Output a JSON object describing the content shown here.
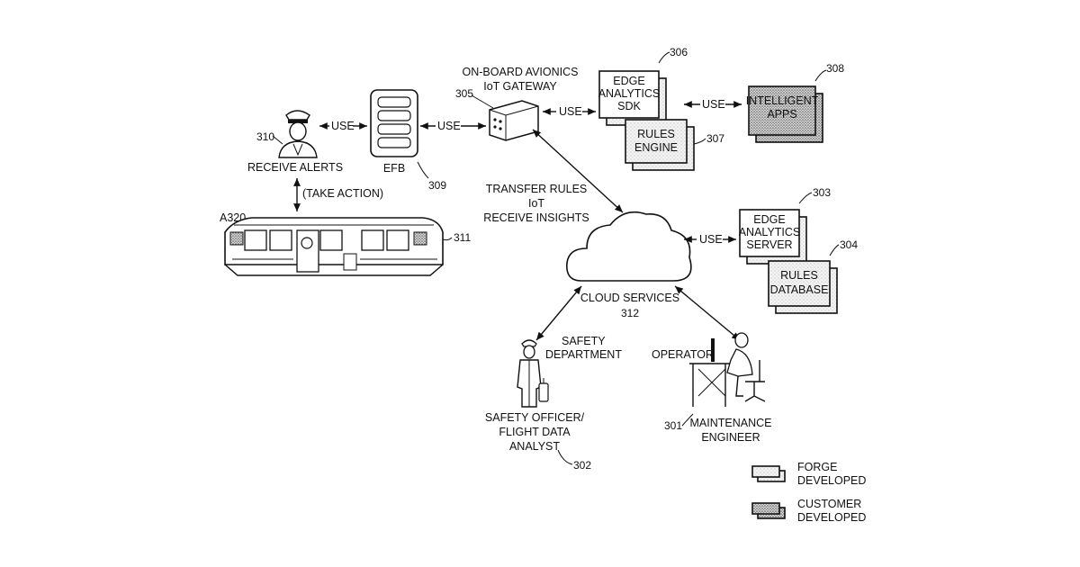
{
  "figure": {
    "nodes": {
      "gateway": {
        "line1": "ON-BOARD AVIONICS",
        "line2": "IoT GATEWAY",
        "ref": "305"
      },
      "edge_sdk": {
        "line1": "EDGE",
        "line2": "ANALYTICS",
        "line3": "SDK",
        "ref": "306"
      },
      "rules_engine": {
        "line1": "RULES",
        "line2": "ENGINE",
        "ref": "307"
      },
      "intelligent_apps": {
        "line1": "INTELLIGENT",
        "line2": "APPS",
        "ref": "308"
      },
      "efb": {
        "label": "EFB",
        "ref": "309"
      },
      "pilot": {
        "label": "RECEIVE ALERTS",
        "ref": "310"
      },
      "cockpit": {
        "label": "A320",
        "ref": "311"
      },
      "edge_server": {
        "line1": "EDGE",
        "line2": "ANALYTICS",
        "line3": "SERVER",
        "ref": "303"
      },
      "rules_db": {
        "line1": "RULES",
        "line2": "DATABASE",
        "ref": "304"
      },
      "cloud": {
        "label": "CLOUD SERVICES",
        "ref": "312"
      },
      "safety_officer": {
        "dept_line1": "SAFETY",
        "dept_line2": "DEPARTMENT",
        "line1": "SAFETY OFFICER/",
        "line2": "FLIGHT DATA",
        "line3": "ANALYST",
        "ref": "302"
      },
      "operator": {
        "label": "OPERATOR",
        "line1": "MAINTENANCE",
        "line2": "ENGINEER",
        "ref": "301"
      }
    },
    "edges": {
      "pilot_efb": "USE",
      "efb_gateway": "USE",
      "gateway_sdk": "USE",
      "sdk_apps": "USE",
      "cloud_server": "USE",
      "take_action": "(TAKE ACTION)",
      "transfer_line1": "TRANSFER RULES",
      "transfer_line2": "IoT",
      "transfer_line3": "RECEIVE INSIGHTS"
    },
    "legend": {
      "forge_line1": "FORGE",
      "forge_line2": "DEVELOPED",
      "customer_line1": "CUSTOMER",
      "customer_line2": "DEVELOPED"
    }
  }
}
